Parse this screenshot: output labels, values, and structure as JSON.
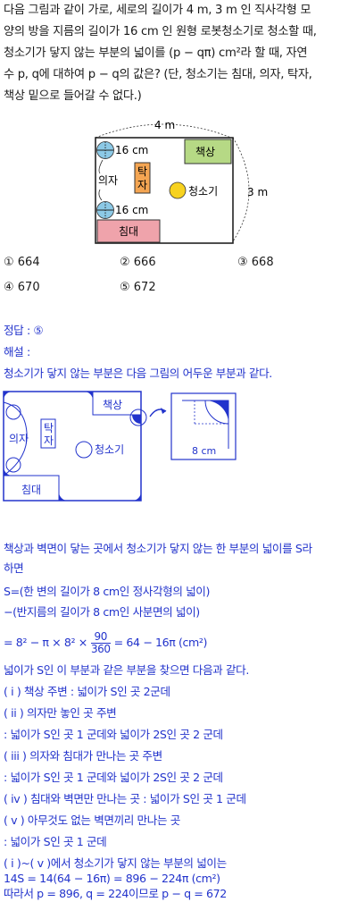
{
  "question": {
    "line1": "다음 그림과 같이 가로, 세로의 길이가 4 m,  3 m 인 직사각형 모",
    "line2": "양의 방을 지름의 길이가 16 cm 인 원형 로봇청소기로 청소할 때,",
    "line3": "청소기가 닿지 않는 부분의 넓이를 (p − qπ) cm²라 할 때, 자연",
    "line4": "수 p, q에 대하여 p − q의 값은? (단, 청소기는 침대, 의자, 탁자,",
    "line5": "책상 밑으로 들어갈 수 없다.)"
  },
  "figure1": {
    "width_label": "4 m",
    "height_label": "3 m",
    "desk": "책상",
    "table_top": "탁",
    "table_bottom": "자",
    "cleaner": "청소기",
    "chair": "의자",
    "bed": "침대",
    "d1": "16 cm",
    "d2": "16 cm"
  },
  "choices": [
    "① 664",
    "② 666",
    "③ 668",
    "④ 670",
    "⑤ 672"
  ],
  "answer": "정답 : ⑤",
  "explain_title": "해설 :",
  "explain_intro": "청소기가 닿지 않는 부분은 다음 그림의 어두운 부분과 같다.",
  "figure2": {
    "desk": "책상",
    "table_top": "탁",
    "table_bottom": "자",
    "chair": "의자",
    "cleaner": "청소기",
    "bed": "침대",
    "zoom_label": "8 cm"
  },
  "explain": {
    "e1": "책상과 벽면이 닿는 곳에서 청소기가 닿지 않는 한 부분의 넓이를 S라",
    "e2": "하면",
    "e3": "S=(한 변의 길이가 8 cm인 정사각형의 넓이)",
    "e4": "−(반지름의 길이가 8 cm인 사분면의 넓이)",
    "e5_pre": "= 8² − π × 8² ×",
    "e5_num": "90",
    "e5_den": "360",
    "e5_post": "= 64 − 16π (cm²)",
    "e6": "넓이가 S인 이 부분과 같은 부분을 찾으면 다음과 같다.",
    "e7": "( i ) 책상 주변 : 넓이가 S인 곳 2군데",
    "e8": "( ii ) 의자만 놓인 곳 주변",
    "e9": ": 넓이가 S인 곳 1 군데와 넓이가 2S인 곳 2 군데",
    "e10": "( iii ) 의자와 침대가 만나는 곳 주변",
    "e11": ": 넓이가 S인 곳 1 군데와 넓이가 2S인 곳 2 군데",
    "e12": "( iv ) 침대와 벽면만 만나는 곳 : 넓이가 S인 곳 1 군데",
    "e13": "( v ) 아무것도 없는 벽면끼리 만나는 곳",
    "e14": ": 넓이가 S인 곳 1 군데",
    "e15": "( i )~( v )에서 청소기가 닿지 않는 부분의 넓이는",
    "e16": "14S = 14(64 − 16π) = 896 − 224π (cm²)",
    "e17": "따라서 p = 896,  q = 224이므로  p − q = 672"
  }
}
